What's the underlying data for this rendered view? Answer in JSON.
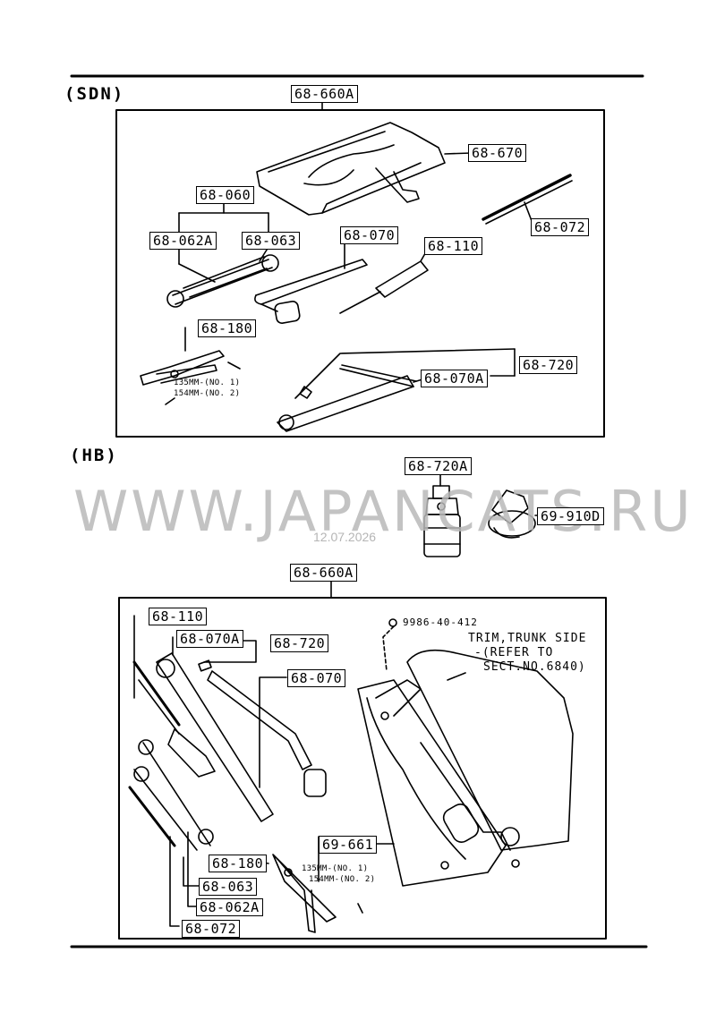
{
  "sections": {
    "sdn": "(SDN)",
    "hb": "(HB)"
  },
  "watermark": {
    "site": "WWW.JAPANCATS.RU",
    "date": "12.07.2026"
  },
  "sdn_labels": {
    "tool_bag": "68-660A",
    "bag": "68-670",
    "wrench_set": "68-060",
    "wrench_a": "68-062A",
    "wrench_b": "68-063",
    "lug_wrench": "68-070",
    "screwdriver": "68-110",
    "bar": "68-072",
    "pliers": "68-180",
    "jack": "68-720",
    "jack_handle": "68-070A"
  },
  "sdn_pliers_size": {
    "no1": "135MM-(NO. 1)",
    "no2": "154MM-(NO. 2)"
  },
  "hb_top_labels": {
    "jack": "68-720A",
    "holder": "69-910D",
    "tool_bag": "68-660A"
  },
  "hb_labels": {
    "screwdriver": "68-110",
    "jack_handle": "68-070A",
    "jack": "68-720",
    "lug_wrench": "68-070",
    "tray": "69-661",
    "pliers": "68-180",
    "wrench_b": "68-063",
    "wrench_a": "68-062A",
    "bar": "68-072"
  },
  "hb_pliers_size": {
    "no1": "135MM-(NO. 1)",
    "no2": "154MM-(NO. 2)"
  },
  "hb_notes": {
    "bolt": "9986-40-412",
    "trim_line1": "TRIM,TRUNK SIDE",
    "trim_line2": "-(REFER TO",
    "trim_line3": "SECT.NO.6840)"
  }
}
